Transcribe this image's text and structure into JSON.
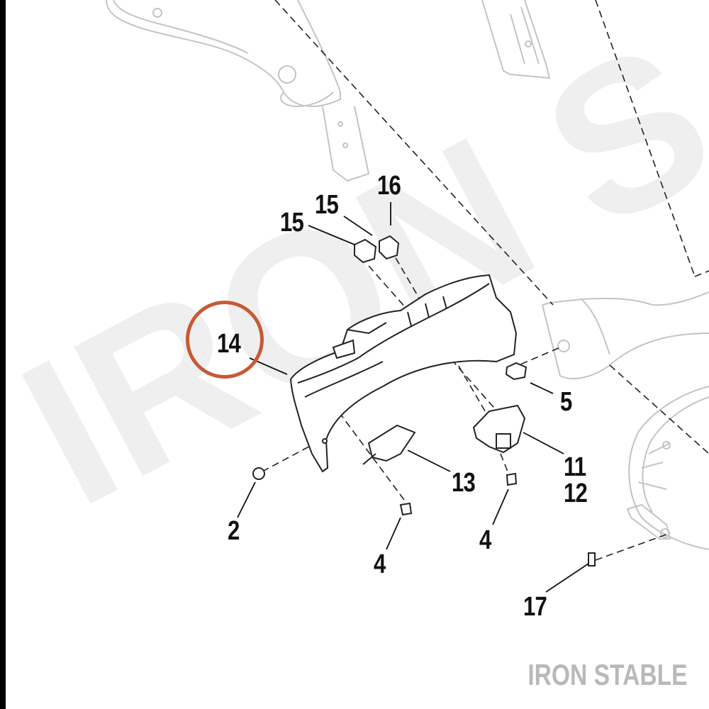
{
  "watermark": {
    "text": "IRON S"
  },
  "brand": {
    "text": "IRON STABLE"
  },
  "highlight": {
    "color": "#c65a34",
    "target_label": "14"
  },
  "callouts": [
    {
      "id": "15a",
      "label": "15"
    },
    {
      "id": "15b",
      "label": "15"
    },
    {
      "id": "16",
      "label": "16"
    },
    {
      "id": "14",
      "label": "14"
    },
    {
      "id": "5",
      "label": "5"
    },
    {
      "id": "11",
      "label": "11"
    },
    {
      "id": "12",
      "label": "12"
    },
    {
      "id": "13",
      "label": "13"
    },
    {
      "id": "2",
      "label": "2"
    },
    {
      "id": "4a",
      "label": "4"
    },
    {
      "id": "4b",
      "label": "4"
    },
    {
      "id": "17",
      "label": "17"
    }
  ]
}
